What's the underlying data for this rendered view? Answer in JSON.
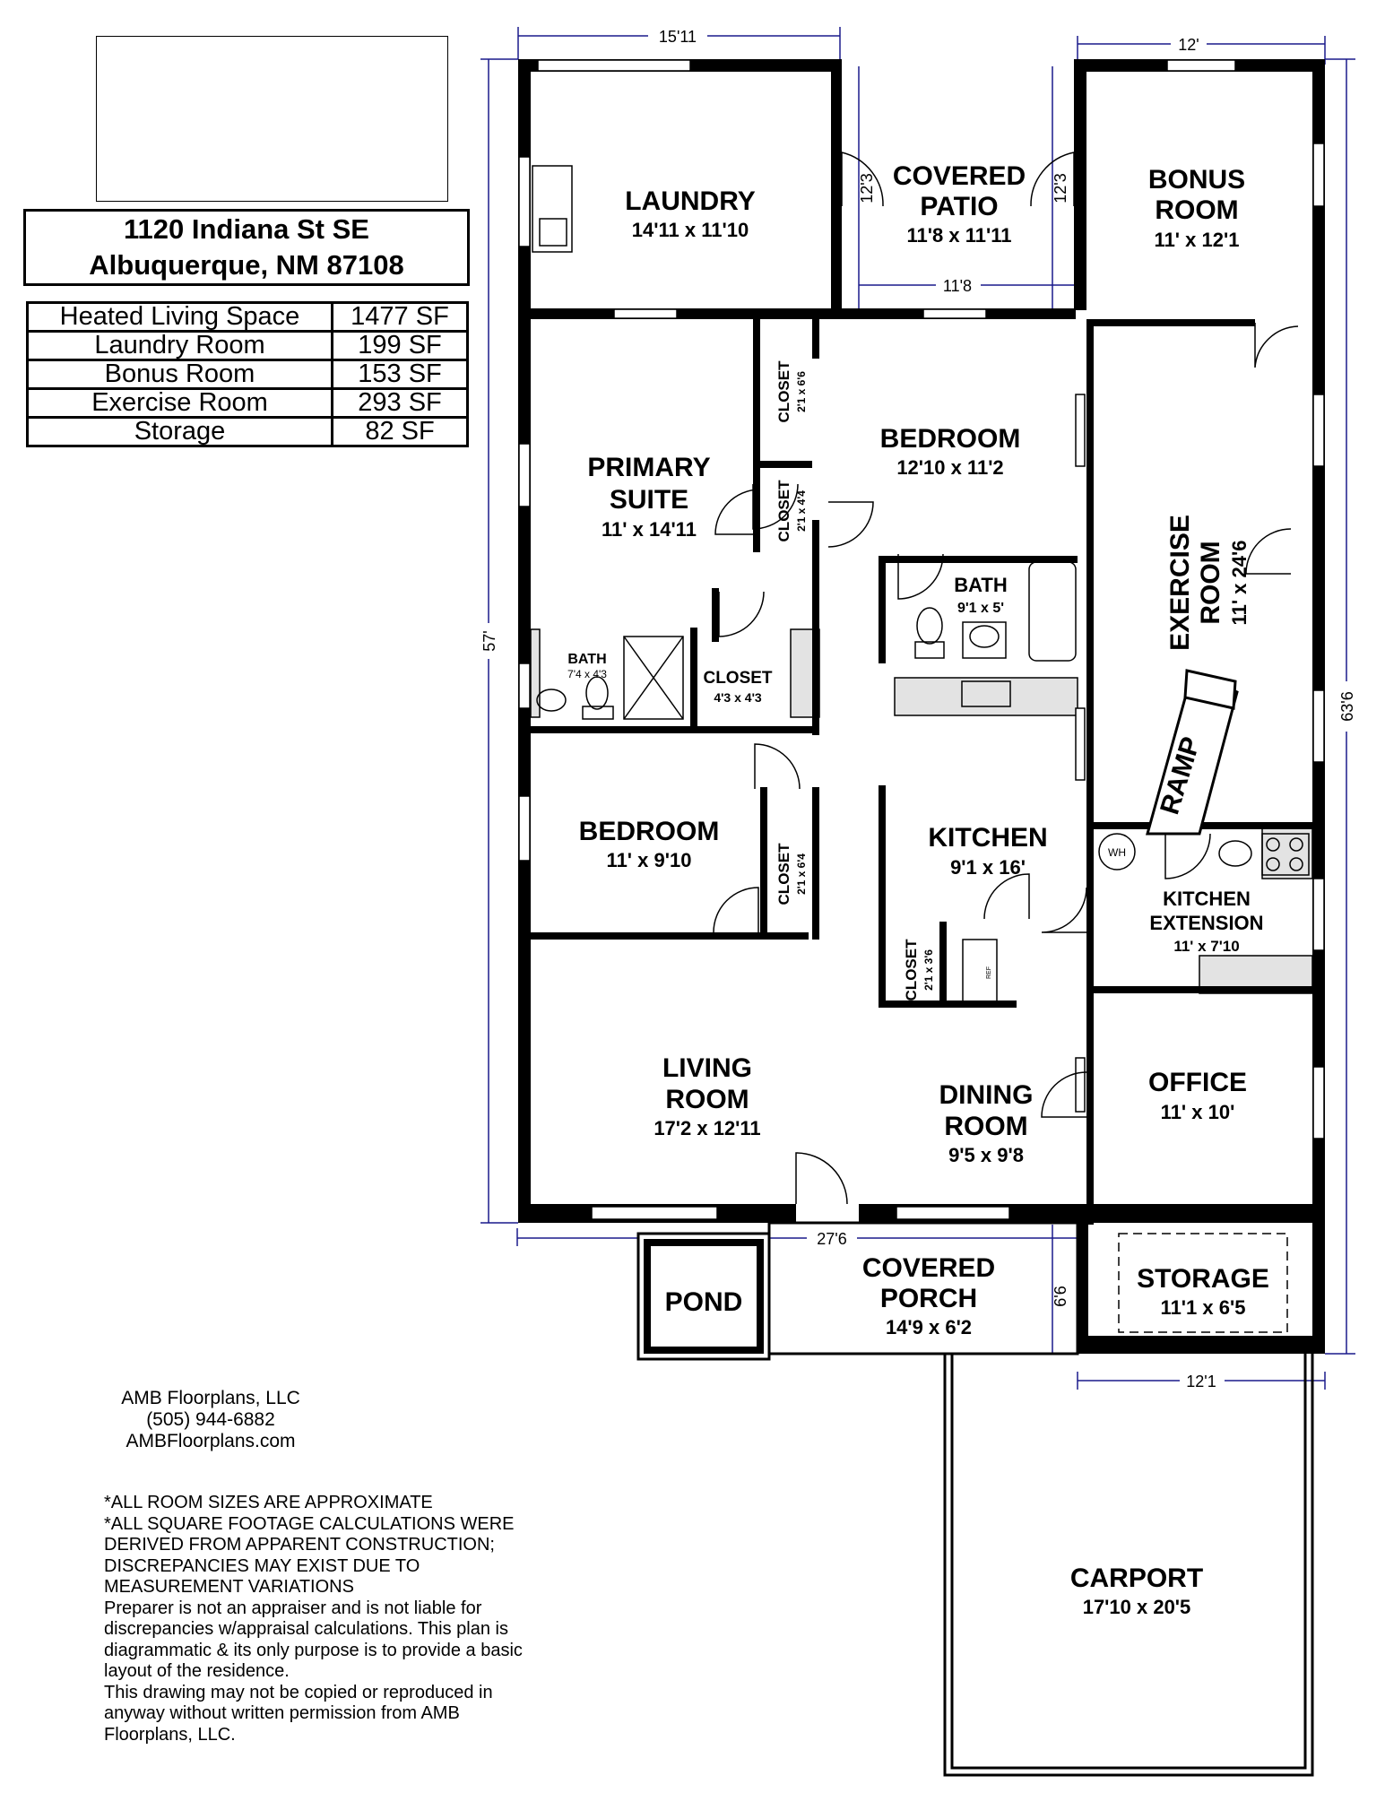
{
  "header": {
    "address_line1": "1120 Indiana St SE",
    "address_line2": "Albuquerque, NM 87108"
  },
  "area_table": [
    {
      "label": "Heated Living Space",
      "value": "1477 SF"
    },
    {
      "label": "Laundry Room",
      "value": "199 SF"
    },
    {
      "label": "Bonus Room",
      "value": "153 SF"
    },
    {
      "label": "Exercise Room",
      "value": "293 SF"
    },
    {
      "label": "Storage",
      "value": "82 SF"
    }
  ],
  "company": {
    "name": "AMB Floorplans, LLC",
    "phone": "(505) 944-6882",
    "website": "AMBFloorplans.com"
  },
  "notes": [
    "*ALL ROOM SIZES ARE APPROXIMATE",
    "*ALL SQUARE FOOTAGE CALCULATIONS WERE",
    "DERIVED FROM APPARENT CONSTRUCTION;",
    "DISCREPANCIES MAY EXIST DUE TO",
    "MEASUREMENT VARIATIONS",
    "Preparer is not an appraiser and is not liable for",
    "discrepancies w/appraisal calculations.  This plan is",
    "diagrammatic & its only purpose is to provide a basic",
    "layout of the residence.",
    "This drawing may not be copied or reproduced in",
    "anyway without written permission from AMB",
    "Floorplans, LLC."
  ],
  "rooms": {
    "laundry": {
      "name": "LAUNDRY",
      "size": "14'11 x 11'10"
    },
    "covered_patio": {
      "name1": "COVERED",
      "name2": "PATIO",
      "size": "11'8 x 11'11"
    },
    "bonus_room": {
      "name1": "BONUS",
      "name2": "ROOM",
      "size": "11' x 12'1"
    },
    "primary_suite": {
      "name1": "PRIMARY",
      "name2": "SUITE",
      "size": "11' x 14'11"
    },
    "bedroom_1": {
      "name": "BEDROOM",
      "size": "12'10 x 11'2"
    },
    "bath_1": {
      "name": "BATH",
      "size": "9'1 x 5'"
    },
    "bath_2": {
      "name": "BATH",
      "size": "7'4 x 4'3"
    },
    "closet_hall": {
      "name": "CLOSET",
      "size": "4'3 x 4'3"
    },
    "closet_a": {
      "name": "CLOSET",
      "size": "2'1 x 6'6"
    },
    "closet_b": {
      "name": "CLOSET",
      "size": "2'1 x 4'4"
    },
    "closet_c": {
      "name": "CLOSET",
      "size": "2'1 x 6'4"
    },
    "closet_d": {
      "name": "CLOSET",
      "size": "2'1 x 3'6"
    },
    "exercise_room": {
      "name1": "EXERCISE",
      "name2": "ROOM",
      "size": "11' x 24'6"
    },
    "ramp": {
      "name": "RAMP"
    },
    "bedroom_2": {
      "name": "BEDROOM",
      "size": "11' x 9'10"
    },
    "kitchen": {
      "name": "KITCHEN",
      "size": "9'1 x 16'"
    },
    "kitchen_extension": {
      "name1": "KITCHEN",
      "name2": "EXTENSION",
      "size": "11' x 7'10"
    },
    "living_room": {
      "name1": "LIVING",
      "name2": "ROOM",
      "size": "17'2 x 12'11"
    },
    "dining_room": {
      "name1": "DINING",
      "name2": "ROOM",
      "size": "9'5 x 9'8"
    },
    "office": {
      "name": "OFFICE",
      "size": "11' x 10'"
    },
    "pond": {
      "name": "POND"
    },
    "covered_porch": {
      "name1": "COVERED",
      "name2": "PORCH",
      "size": "14'9 x 6'2"
    },
    "storage": {
      "name": "STORAGE",
      "size": "11'1 x 6'5"
    },
    "carport": {
      "name": "CARPORT",
      "size": "17'10 x 20'5"
    }
  },
  "fixtures": {
    "water_heater": "WH",
    "refrigerator": "REF"
  },
  "dimensions": {
    "top_left": "15'11",
    "top_right": "12'",
    "patio_width": "11'8",
    "patio_left_height": "12'3",
    "patio_right_height": "12'3",
    "left_height": "57'",
    "right_height": "63'6",
    "bottom_width": "27'6",
    "porch_depth": "6'6",
    "storage_width": "12'1"
  },
  "colors": {
    "wall": "#000000",
    "dimension_line": "#1a1a8c",
    "counter": "#e3e3e3"
  }
}
